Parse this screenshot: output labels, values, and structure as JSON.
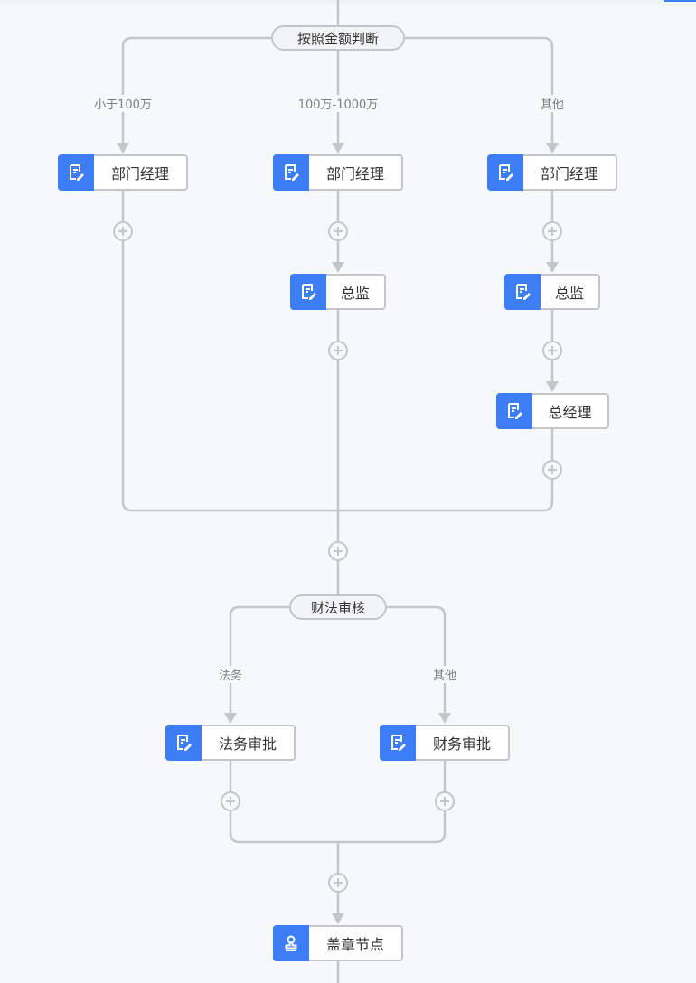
{
  "flow": {
    "condition1": {
      "label": "按照金额判断"
    },
    "branches1": [
      {
        "label": "小于100万",
        "nodes": [
          {
            "title": "部门经理",
            "icon": "approval-edit-icon"
          }
        ]
      },
      {
        "label": "100万-1000万",
        "nodes": [
          {
            "title": "部门经理",
            "icon": "approval-edit-icon"
          },
          {
            "title": "总监",
            "icon": "approval-edit-icon"
          }
        ]
      },
      {
        "label": "其他",
        "nodes": [
          {
            "title": "部门经理",
            "icon": "approval-edit-icon"
          },
          {
            "title": "总监",
            "icon": "approval-edit-icon"
          },
          {
            "title": "总经理",
            "icon": "approval-edit-icon"
          }
        ]
      }
    ],
    "condition2": {
      "label": "财法审核"
    },
    "branches2": [
      {
        "label": "法务",
        "nodes": [
          {
            "title": "法务审批",
            "icon": "approval-edit-icon"
          }
        ]
      },
      {
        "label": "其他",
        "nodes": [
          {
            "title": "财务审批",
            "icon": "approval-edit-icon"
          }
        ]
      }
    ],
    "final_node": {
      "title": "盖章节点",
      "icon": "stamp-icon"
    }
  },
  "colors": {
    "accent": "#3d7ef7",
    "connector": "#c3c6cb",
    "background": "#f7f8f9"
  }
}
